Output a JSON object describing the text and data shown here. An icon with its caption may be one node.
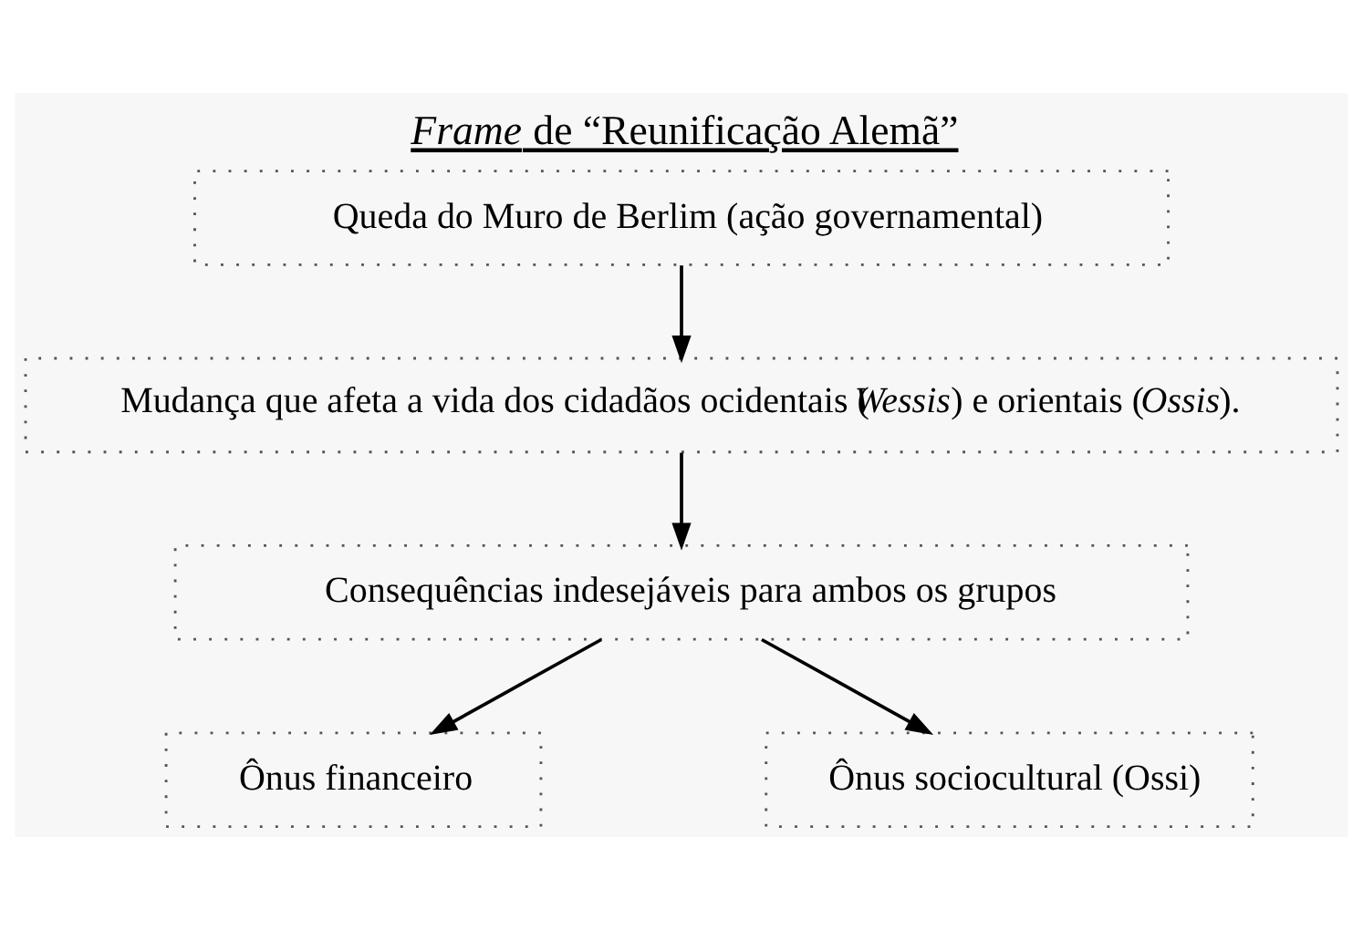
{
  "diagram": {
    "title": "*Frame* de “Reunificação Alemã”",
    "nodes": [
      {
        "text": [
          "Queda do Muro de Berlim (ação governamental)"
        ]
      },
      {
        "text": [
          "Mudança que afeta a vida dos cidadãos ocidentais (*Wessis*) e orientais (*Ossis*)."
        ]
      },
      {
        "text": [
          "Consequências indesejáveis para ambos os grupos"
        ]
      },
      {
        "text": [
          "Ônus financeiro"
        ]
      },
      {
        "text": [
          "Ônus sociocultural (Ossi)"
        ]
      }
    ],
    "edges": [
      {
        "from": 0,
        "to": 1,
        "arrow": "to"
      },
      {
        "from": 1,
        "to": 2,
        "arrow": "to"
      },
      {
        "from": 2,
        "to": 3,
        "arrow": "to"
      },
      {
        "from": 2,
        "to": 4,
        "arrow": "to"
      }
    ]
  }
}
